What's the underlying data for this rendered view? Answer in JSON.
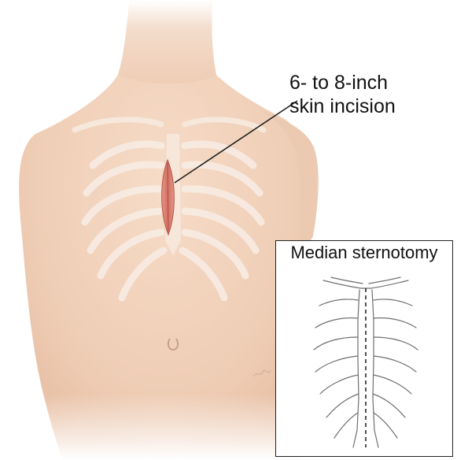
{
  "figure": {
    "callout_lines": [
      "6- to 8-inch",
      "skin incision"
    ],
    "inset_title": "Median sternotomy",
    "skin_color": "#f0d3bd",
    "rib_color": "#f8ebe1",
    "incision_color": "#d97b6c",
    "line_color": "#1a1a1a"
  }
}
